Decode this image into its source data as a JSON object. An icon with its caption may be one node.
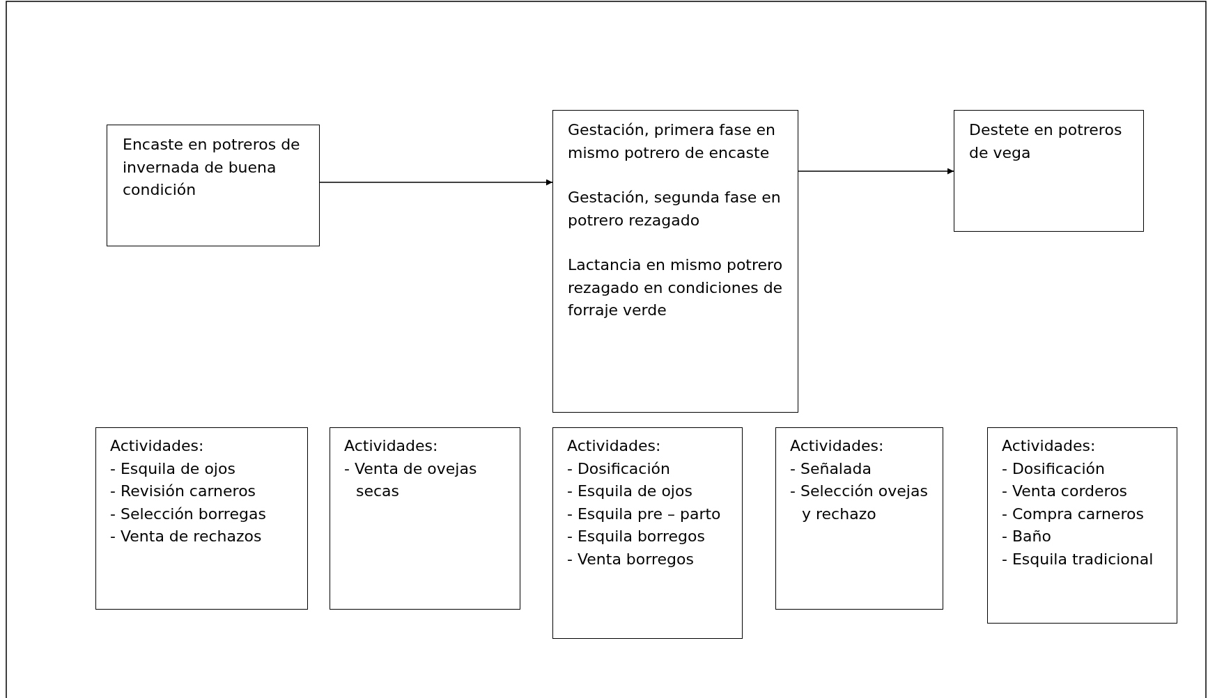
{
  "diagram": {
    "nodes": [
      {
        "text": [
          "Encaste en potreros de invernada de buena condición"
        ]
      },
      {
        "text": [
          "Gestación, primera fase en mismo potrero de encaste",
          "Gestación, segunda fase en potrero rezagado",
          "Lactancia en mismo potrero rezagado en condiciones de forraje verde"
        ]
      },
      {
        "text": [
          "Destete en potreros de vega"
        ]
      },
      {
        "text": [
          "Actividades:",
          "- Esquila de ojos",
          "- Revisión carneros",
          "- Selección borregas",
          "- Venta de rechazos"
        ]
      },
      {
        "text": [
          "Actividades:",
          "- Venta de ovejas secas"
        ]
      },
      {
        "text": [
          "Actividades:",
          "- Dosificación",
          "- Esquila de ojos",
          "- Esquila pre – parto",
          "- Esquila borregos",
          "- Venta borregos"
        ]
      },
      {
        "text": [
          "Actividades:",
          "- Señalada",
          "- Selección ovejas y rechazo"
        ]
      },
      {
        "text": [
          "Actividades:",
          "- Dosificación",
          "- Venta corderos",
          "- Compra carneros",
          "- Baño",
          "- Esquila tradicional"
        ]
      }
    ],
    "edges": [
      {
        "from": 0,
        "to": 1,
        "arrow": "to"
      },
      {
        "from": 1,
        "to": 2,
        "arrow": "to"
      }
    ]
  }
}
